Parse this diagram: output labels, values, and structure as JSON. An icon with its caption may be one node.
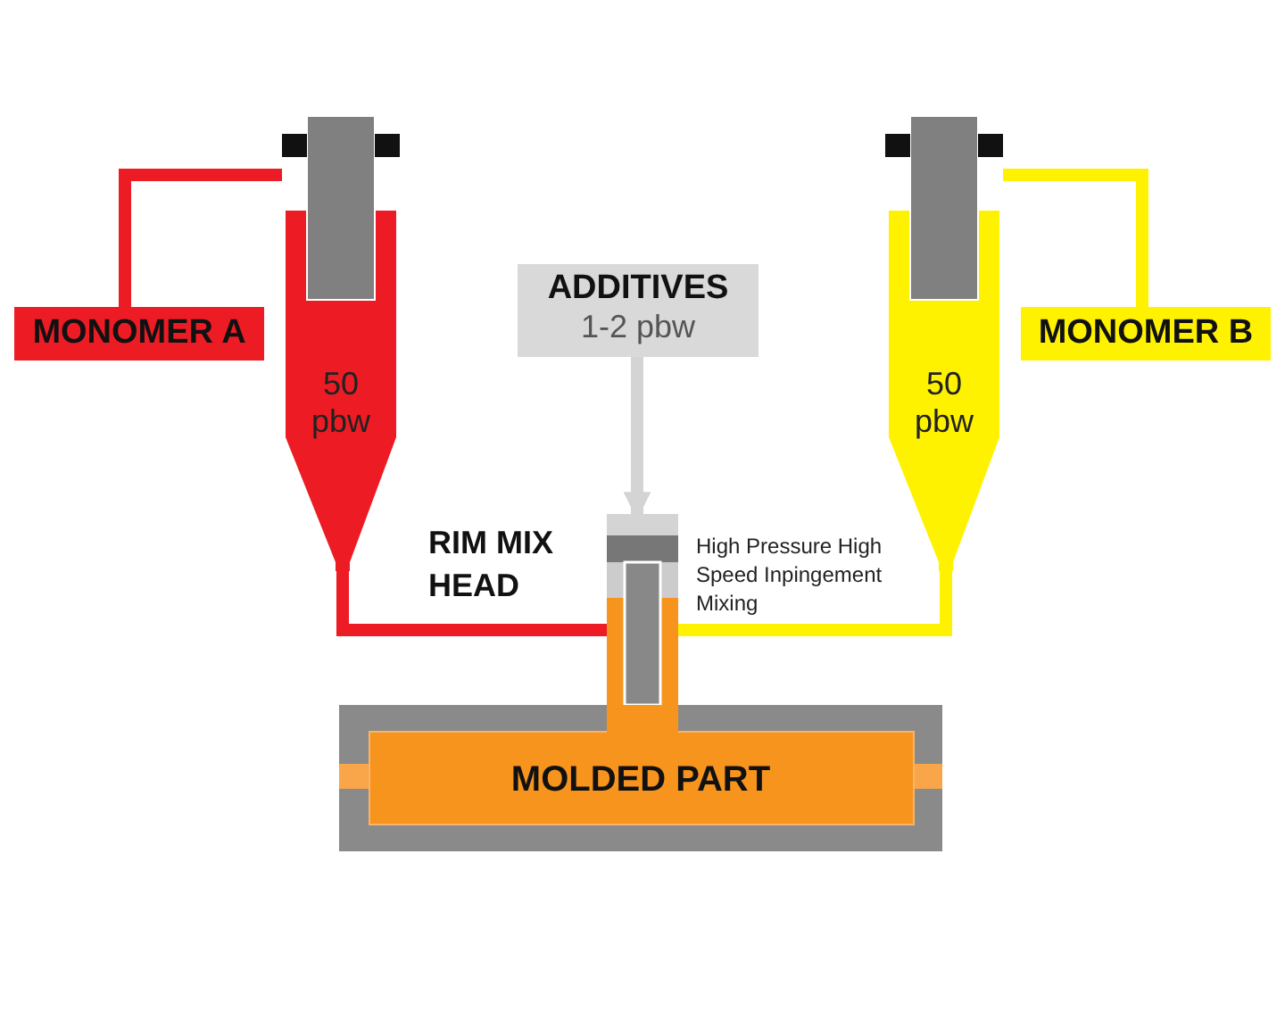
{
  "diagram": {
    "nodes": [
      {
        "text": [
          "MONOMER A"
        ]
      },
      {
        "text": [
          "50 pbw"
        ]
      },
      {
        "text": [
          "ADDITIVES",
          "1-2 pbw"
        ]
      },
      {
        "text": [],
        "shape": "box",
        "beside": [
          "High Pressure High Speed Inpingement Mixing"
        ]
      },
      {
        "text": [
          "50 pbw"
        ]
      },
      {
        "text": [
          "MONOMER B"
        ]
      },
      {
        "text": [
          "MOLDED PART"
        ]
      }
    ],
    "edges": [
      {
        "from": 0,
        "to": 1,
        "arrow": "none",
        "color": "#ed1c24"
      },
      {
        "from": 1,
        "to": 3,
        "arrow": "none",
        "color": "#ed1c24"
      },
      {
        "from": 2,
        "to": 3,
        "arrow": "to",
        "color": "#d4d4d4"
      },
      {
        "from": 4,
        "to": 3,
        "arrow": "none",
        "color": "#fff200"
      },
      {
        "from": 5,
        "to": 4,
        "arrow": "none",
        "color": "#fff200"
      }
    ],
    "labels": [
      "RIM MIX HEAD"
    ]
  }
}
